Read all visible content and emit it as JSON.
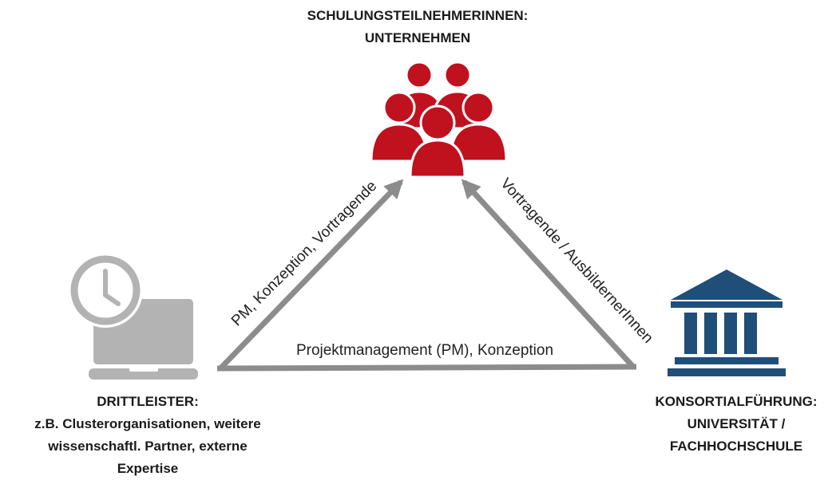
{
  "nodes": {
    "top": {
      "lines": [
        "SCHULUNGSTEILNEHMERINNEN:",
        "UNTERNEHMEN"
      ],
      "icon": "people-group-icon"
    },
    "left": {
      "lines": [
        "DRITTLEISTER:",
        "z.B. Clusterorganisationen, weitere",
        "wissenschaftl. Partner, externe",
        "Expertise"
      ],
      "icon": "laptop-clock-icon"
    },
    "right": {
      "lines": [
        "KONSORTIALFÜHRUNG:",
        "UNIVERSITÄT /",
        "FACHHOCHSCHULE"
      ],
      "icon": "university-building-icon"
    }
  },
  "edges": {
    "left_to_top": "PM, Konzeption, Vortragende",
    "right_to_top": "Vortragende / AusbildernerInnen",
    "bottom": "Projektmanagement (PM), Konzeption"
  },
  "colors": {
    "people": "#c0111f",
    "building": "#1f4e79",
    "laptop": "#b3b3b3",
    "arrows": "#8c8c8c"
  }
}
